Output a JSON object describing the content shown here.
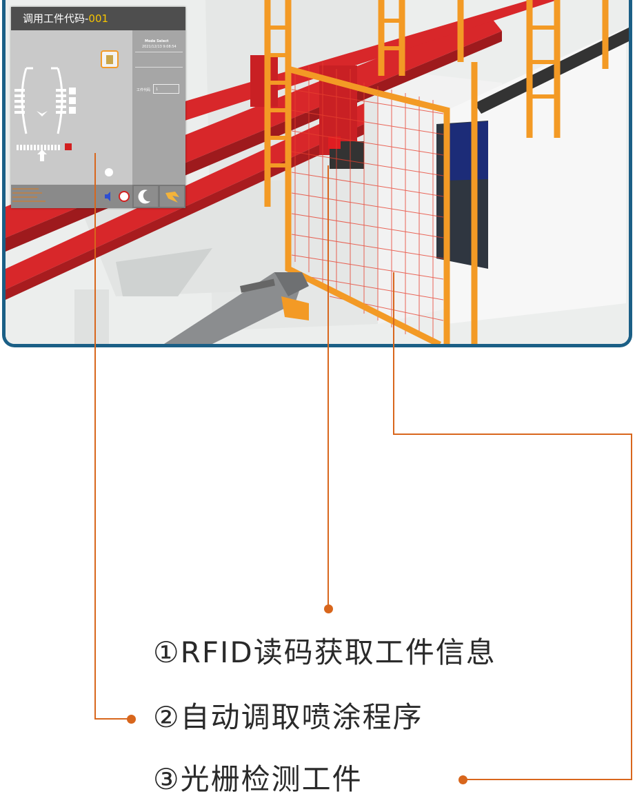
{
  "hmi": {
    "title_prefix": "调用工件代码-",
    "title_code": "001",
    "mode_label": "Mode Select",
    "datetime": "2021/12/13 9:08:54",
    "field_label": "工件代码",
    "field_value": "1",
    "bottom_buttons": [
      "night-mode",
      "logo"
    ]
  },
  "callouts": [
    {
      "number": "①",
      "text": "RFID读码获取工件信息"
    },
    {
      "number": "②",
      "text": "自动调取喷涂程序"
    },
    {
      "number": "③",
      "text": "光栅检测工件"
    }
  ],
  "colors": {
    "frame": "#1b5f86",
    "callout_line": "#d8661c",
    "rail_red": "#d8272a",
    "fence_orange": "#f39a25",
    "hmi_title_bg": "#4e4e4e",
    "hmi_code": "#f6c400"
  }
}
